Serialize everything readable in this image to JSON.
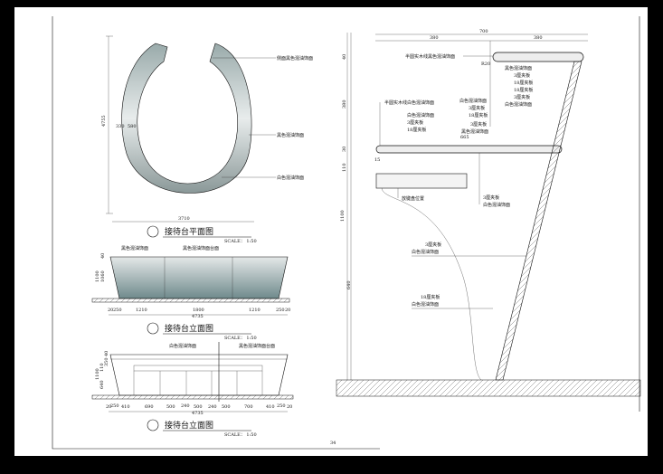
{
  "plan": {
    "title": "接待台平面图",
    "scale": "SCALE： 1:50",
    "labels": [
      "侧面黑色混油饰面",
      "黑色混油饰面",
      "白色混油饰面"
    ],
    "dims": {
      "height": "4755",
      "width": "3710",
      "ring": "330",
      "inner": "580"
    }
  },
  "elevation1": {
    "title": "接待台立面图",
    "scale": "SCALE： 1:50",
    "labels": [
      "黑色混油饰面",
      "黑色混油饰面台面"
    ],
    "dims_v": [
      "40",
      "1100",
      "1060"
    ],
    "dims_h": [
      "20",
      "250",
      "1210",
      "1800",
      "1210",
      "250",
      "20"
    ],
    "total": "4735"
  },
  "elevation2": {
    "title": "接待台立面图",
    "scale": "SCALE： 1:50",
    "labels": [
      "白色混油饰面",
      "黑色混油饰面台面"
    ],
    "dims_v": [
      "1100",
      "640",
      "110",
      "350",
      "40"
    ],
    "dims_h": [
      "20",
      "250",
      "410",
      "690",
      "500",
      "240",
      "500",
      "240",
      "500",
      "700",
      "410",
      "250",
      "20"
    ],
    "total": "4735"
  },
  "section": {
    "dims_top": {
      "total": "700",
      "left": "380",
      "right": "380"
    },
    "dims_v": [
      "40",
      "380",
      "30",
      "110",
      "1100",
      "640"
    ],
    "small_dims": [
      "R20",
      "665",
      "15"
    ],
    "labels": {
      "top_edge": "半圆实木线黑色混油饰面",
      "top_stack": [
        "黑色混油饰面",
        "3厘夹板",
        "18厘夹板",
        "18厘夹板",
        "3厘夹板",
        "白色混油饰面"
      ],
      "mid_edge": "半圆实木线白色混油饰面",
      "mid_stack_left": [
        "白色混油饰面",
        "3厘夹板",
        "18厘夹板"
      ],
      "mid_stack_right": [
        "白色混油饰面",
        "3厘夹板",
        "18厘夹板"
      ],
      "mid_single": [
        "3厘夹板",
        "黑色混油饰面"
      ],
      "keyboard": "放键盘位置",
      "under": [
        "3厘夹板",
        "白色混油饰面"
      ],
      "panel1": [
        "3厘夹板",
        "白色混油饰面"
      ],
      "panel2": [
        "18厘夹板",
        "白色混油饰面"
      ]
    }
  },
  "page_number": "34"
}
